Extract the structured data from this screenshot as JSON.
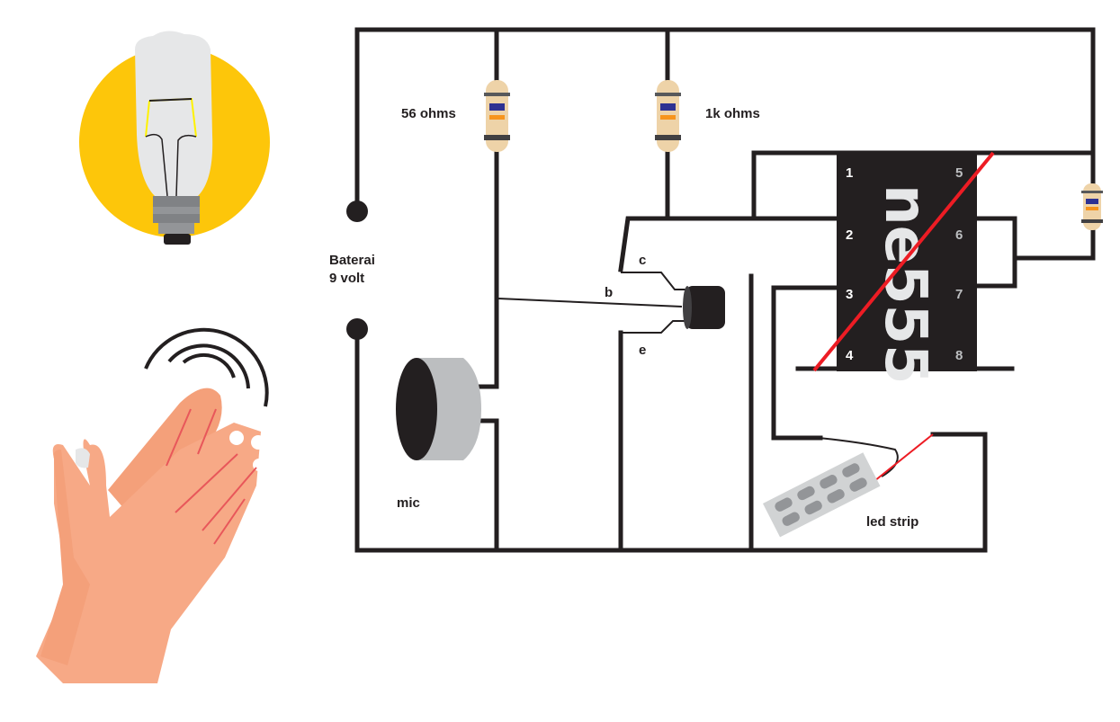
{
  "diagram": {
    "title": "Clap switch circuit",
    "labels": {
      "resistor_1": "56 ohms",
      "resistor_2": "1k ohms",
      "battery_line1": "Baterai",
      "battery_line2": "9 volt",
      "mic": "mic",
      "led_strip": "led strip",
      "transistor_collector": "c",
      "transistor_base": "b",
      "transistor_emitter": "e",
      "ic_name": "ne555"
    },
    "ic_pins": {
      "left": [
        "1",
        "2",
        "3",
        "4"
      ],
      "right": [
        "5",
        "6",
        "7",
        "8"
      ]
    },
    "icons": {
      "bulb": "light-bulb-icon",
      "clap": "clapping-hands-icon",
      "sound_waves": "sound-wave-icon"
    },
    "colors": {
      "wire": "#231f20",
      "red_wire": "#ed1c24",
      "bulb_glow": "#fdc60a",
      "chip": "#231f20",
      "resistor_body": "#eed3a8",
      "band_blue": "#2e3192",
      "band_orange": "#f7941d",
      "skin": "#f7a986",
      "mic_body": "#bcbec0"
    }
  }
}
